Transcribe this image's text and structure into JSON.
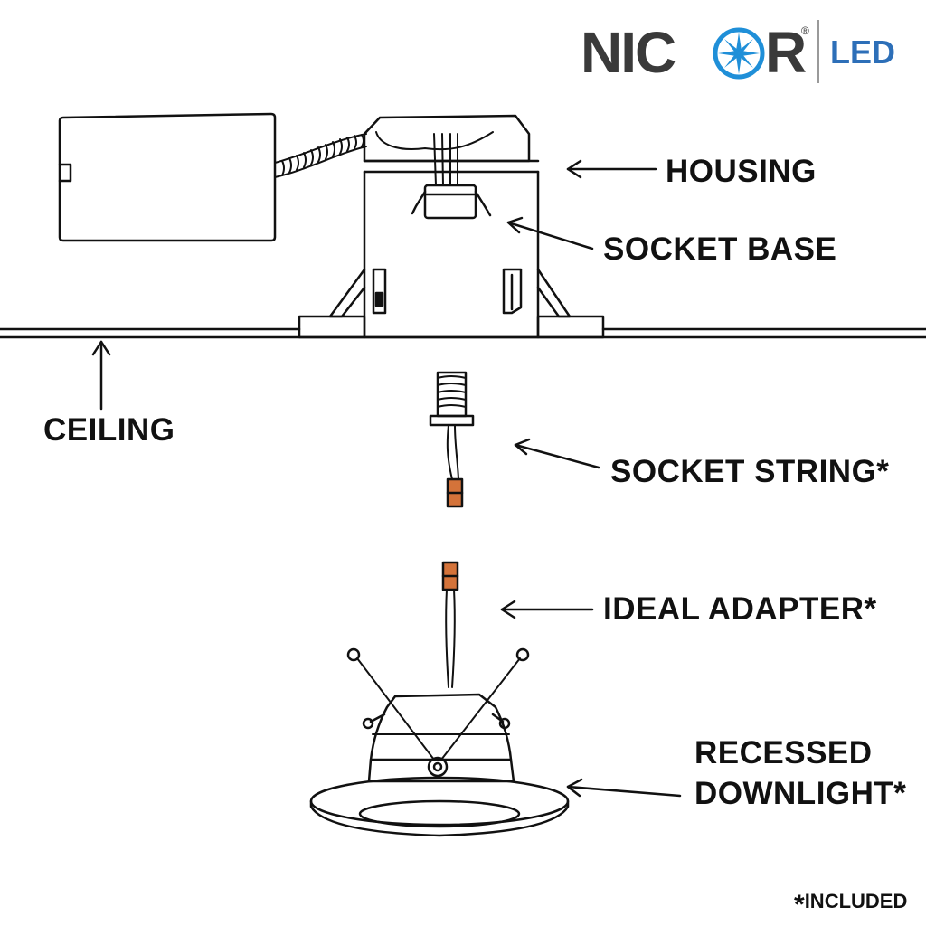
{
  "brand": {
    "logo_text_before": "NIC",
    "logo_text_after": "R",
    "registered_mark": "®",
    "suffix": "LED",
    "colors": {
      "wordmark": "#3a3a3a",
      "star": "#1f8fd8",
      "suffix": "#2d6fb8"
    }
  },
  "labels": {
    "housing": "HOUSING",
    "socket_base": "SOCKET BASE",
    "ceiling": "CEILING",
    "socket_string": "SOCKET STRING*",
    "ideal_adapter": "IDEAL ADAPTER*",
    "recessed_line1": "RECESSED",
    "recessed_line2": "DOWNLIGHT*",
    "footnote_star": "*",
    "footnote": "INCLUDED"
  },
  "colors": {
    "line": "#111111",
    "connector": "#d4733a"
  }
}
